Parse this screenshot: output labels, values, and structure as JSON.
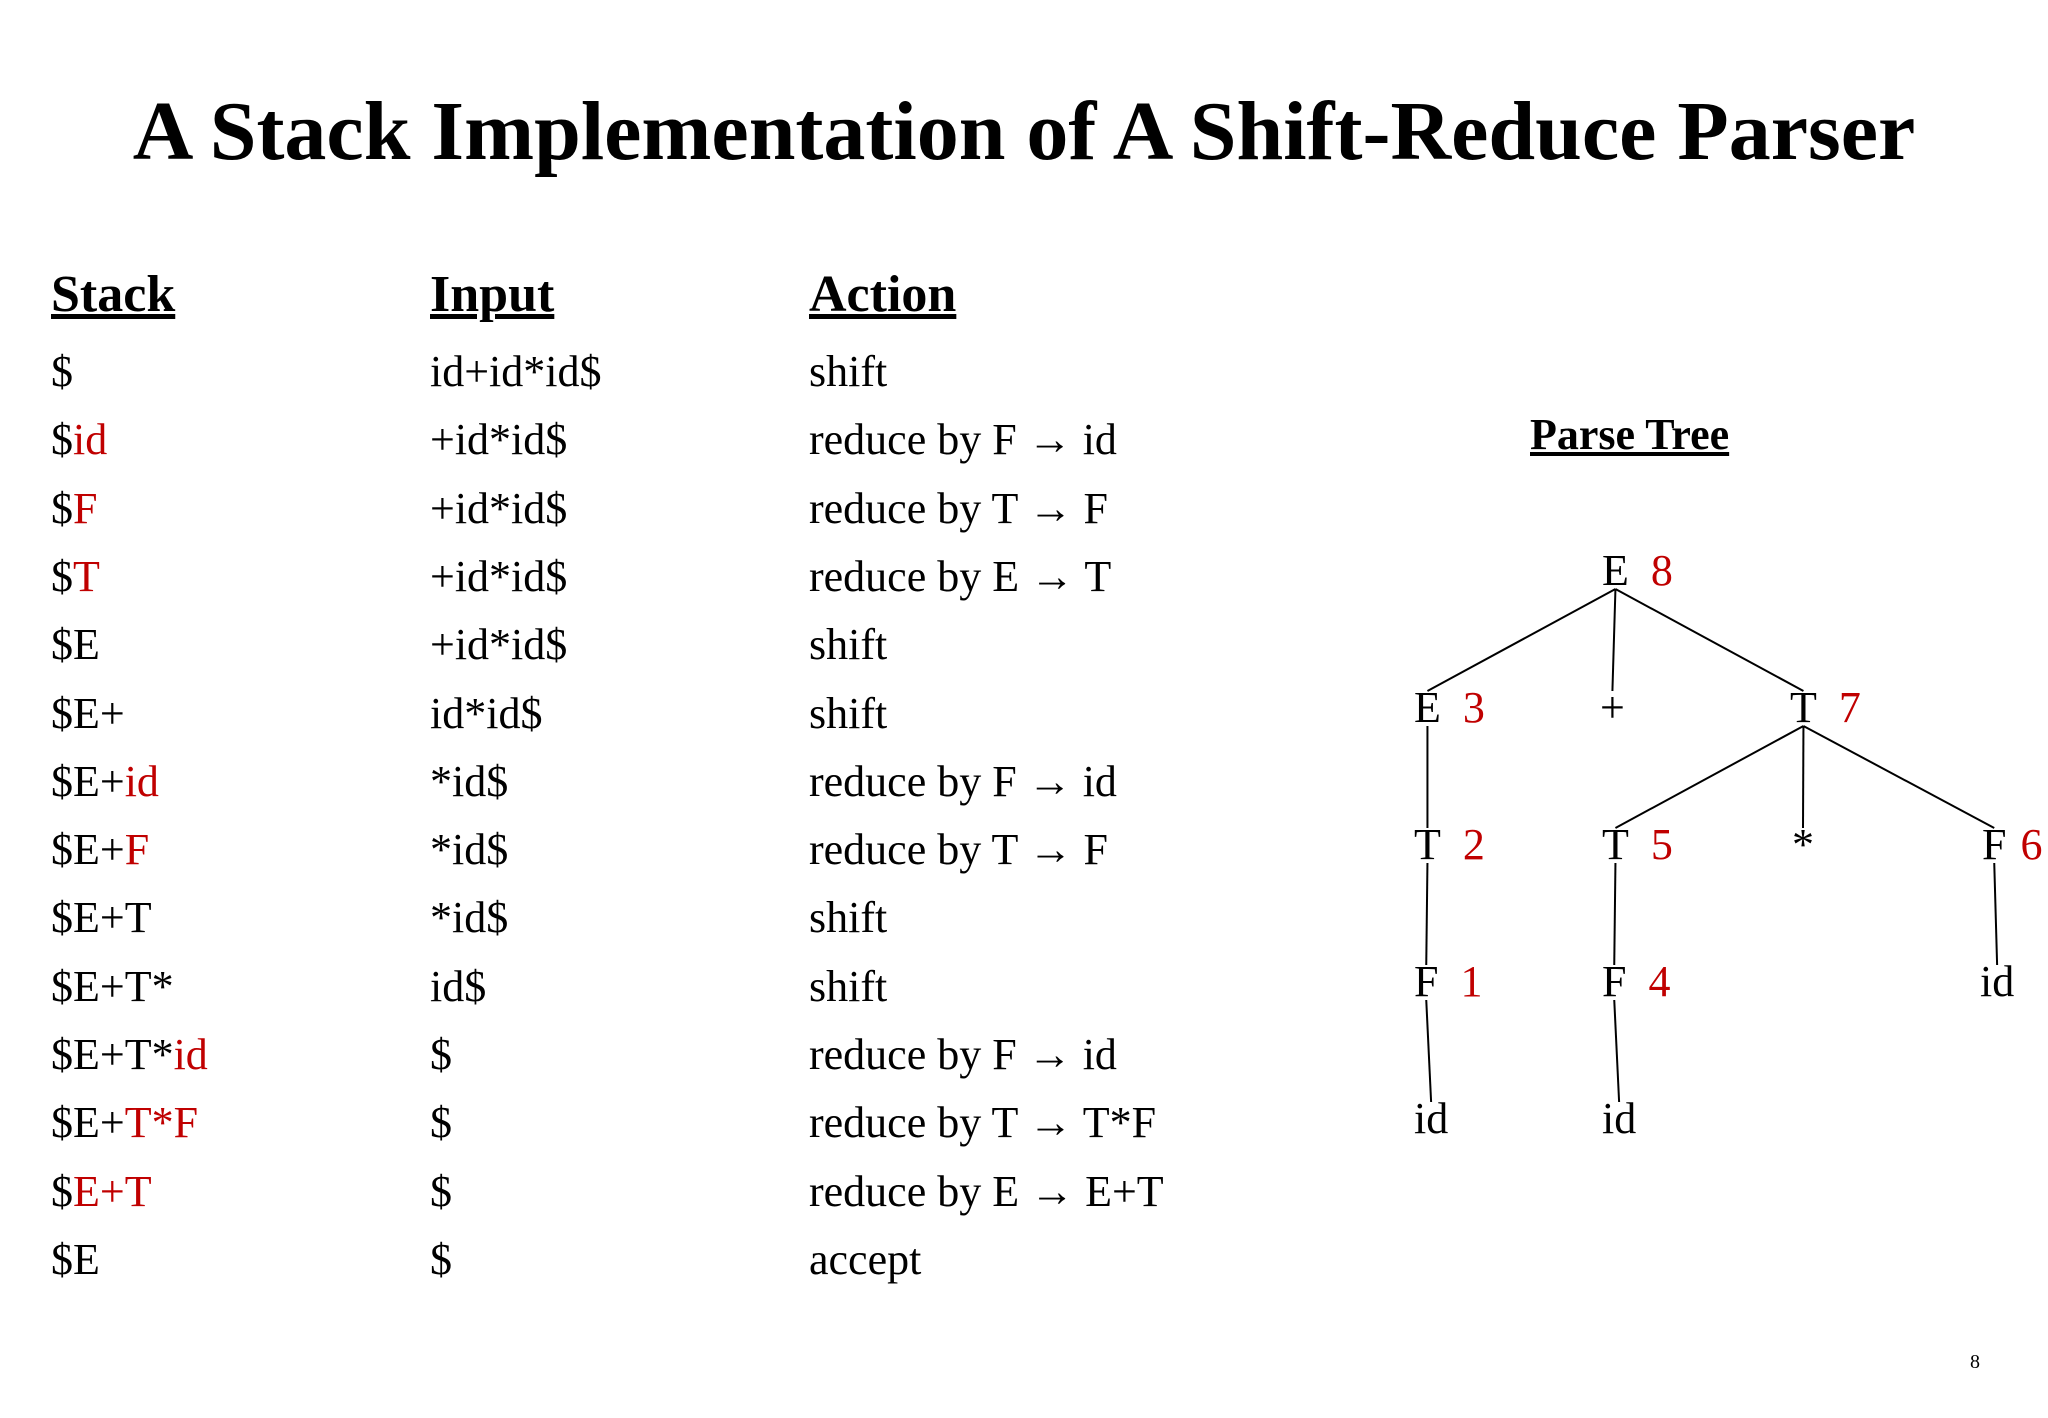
{
  "title": "A Stack Implementation of A Shift-Reduce Parser",
  "headers": {
    "stack": "Stack",
    "input": "Input",
    "action": "Action"
  },
  "rows": [
    {
      "stack": [
        {
          "t": "$",
          "red": false
        }
      ],
      "input": "id+id*id$",
      "action": "shift"
    },
    {
      "stack": [
        {
          "t": "$",
          "red": false
        },
        {
          "t": "id",
          "red": true
        }
      ],
      "input": "+id*id$",
      "action": "reduce by F → id"
    },
    {
      "stack": [
        {
          "t": "$",
          "red": false
        },
        {
          "t": "F",
          "red": true
        }
      ],
      "input": "+id*id$",
      "action": "reduce by T → F"
    },
    {
      "stack": [
        {
          "t": "$",
          "red": false
        },
        {
          "t": "T",
          "red": true
        }
      ],
      "input": "+id*id$",
      "action": "reduce by E → T"
    },
    {
      "stack": [
        {
          "t": "$E",
          "red": false
        }
      ],
      "input": "+id*id$",
      "action": "shift"
    },
    {
      "stack": [
        {
          "t": "$E+",
          "red": false
        }
      ],
      "input": "id*id$",
      "action": "shift"
    },
    {
      "stack": [
        {
          "t": "$E+",
          "red": false
        },
        {
          "t": "id",
          "red": true
        }
      ],
      "input": "*id$",
      "action": "reduce by F → id"
    },
    {
      "stack": [
        {
          "t": "$E+",
          "red": false
        },
        {
          "t": "F",
          "red": true
        }
      ],
      "input": "*id$",
      "action": "reduce by T → F"
    },
    {
      "stack": [
        {
          "t": "$E+T",
          "red": false
        }
      ],
      "input": "*id$",
      "action": "shift"
    },
    {
      "stack": [
        {
          "t": "$E+T*",
          "red": false
        }
      ],
      "input": "id$",
      "action": "shift"
    },
    {
      "stack": [
        {
          "t": "$E+T*",
          "red": false
        },
        {
          "t": "id",
          "red": true
        }
      ],
      "input": "$",
      "action": "reduce by F → id"
    },
    {
      "stack": [
        {
          "t": "$E+",
          "red": false
        },
        {
          "t": "T*F",
          "red": true
        }
      ],
      "input": "$",
      "action": "reduce by T → T*F"
    },
    {
      "stack": [
        {
          "t": "$",
          "red": false
        },
        {
          "t": "E+T",
          "red": true
        }
      ],
      "input": "$",
      "action": "reduce by E → E+T"
    },
    {
      "stack": [
        {
          "t": "$E",
          "red": false
        }
      ],
      "input": "$",
      "action": "accept"
    }
  ],
  "parse_tree": {
    "title": "Parse Tree",
    "nodes": [
      {
        "id": "E8",
        "label": "E",
        "num": "8"
      },
      {
        "id": "E3",
        "label": "E",
        "num": "3"
      },
      {
        "id": "plus",
        "label": "+",
        "num": ""
      },
      {
        "id": "T7",
        "label": "T",
        "num": "7"
      },
      {
        "id": "T2",
        "label": "T",
        "num": "2"
      },
      {
        "id": "T5",
        "label": "T",
        "num": "5"
      },
      {
        "id": "star",
        "label": "*",
        "num": ""
      },
      {
        "id": "F6",
        "label": "F",
        "num": "6"
      },
      {
        "id": "F1",
        "label": "F",
        "num": "1"
      },
      {
        "id": "F4",
        "label": "F",
        "num": "4"
      },
      {
        "id": "id3",
        "label": "id",
        "num": ""
      },
      {
        "id": "id1",
        "label": "id",
        "num": ""
      },
      {
        "id": "id2",
        "label": "id",
        "num": ""
      }
    ],
    "edges": [
      [
        "E8",
        "E3"
      ],
      [
        "E8",
        "plus"
      ],
      [
        "E8",
        "T7"
      ],
      [
        "E3",
        "T2"
      ],
      [
        "T2",
        "F1"
      ],
      [
        "F1",
        "id1"
      ],
      [
        "T7",
        "T5"
      ],
      [
        "T7",
        "star"
      ],
      [
        "T7",
        "F6"
      ],
      [
        "T5",
        "F4"
      ],
      [
        "F4",
        "id2"
      ],
      [
        "F6",
        "id3"
      ]
    ]
  },
  "page_number": "8"
}
